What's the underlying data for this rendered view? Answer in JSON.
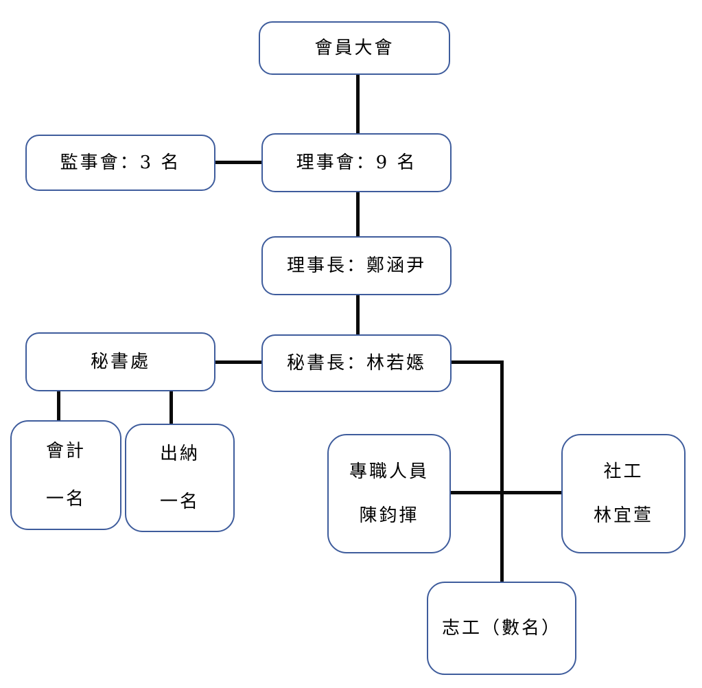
{
  "diagram": {
    "type": "org-chart",
    "background_color": "#ffffff",
    "box_border_color": "#3e5c9c",
    "connector_color": "#0a0a0a",
    "text_color": "#000000",
    "nodes": [
      {
        "id": "general-assembly",
        "lines": [
          "會員大會"
        ]
      },
      {
        "id": "supervisory-board",
        "lines": [
          "監事會：3 名"
        ]
      },
      {
        "id": "board-of-directors",
        "lines": [
          "理事會：9 名"
        ]
      },
      {
        "id": "chairman",
        "lines": [
          "理事長：鄭涵尹"
        ]
      },
      {
        "id": "secretariat",
        "lines": [
          "秘書處"
        ]
      },
      {
        "id": "secretary-general",
        "lines": [
          "秘書長：林若嫕"
        ]
      },
      {
        "id": "accountant",
        "lines": [
          "會計",
          "一名"
        ]
      },
      {
        "id": "cashier",
        "lines": [
          "出納",
          "一名"
        ]
      },
      {
        "id": "full-time-staff",
        "lines": [
          "專職人員",
          "陳鈞揮"
        ]
      },
      {
        "id": "social-worker",
        "lines": [
          "社工",
          "林宜萱"
        ]
      },
      {
        "id": "volunteers",
        "lines": [
          "志工（數名）"
        ]
      }
    ],
    "edges": [
      {
        "from": "general-assembly",
        "to": "board-of-directors"
      },
      {
        "from": "supervisory-board",
        "to": "board-of-directors"
      },
      {
        "from": "board-of-directors",
        "to": "chairman"
      },
      {
        "from": "chairman",
        "to": "secretary-general"
      },
      {
        "from": "secretariat",
        "to": "secretary-general"
      },
      {
        "from": "secretariat",
        "to": "accountant"
      },
      {
        "from": "secretariat",
        "to": "cashier"
      },
      {
        "from": "secretary-general",
        "to": "volunteers"
      },
      {
        "from": "full-time-staff",
        "to": "social-worker"
      }
    ]
  }
}
